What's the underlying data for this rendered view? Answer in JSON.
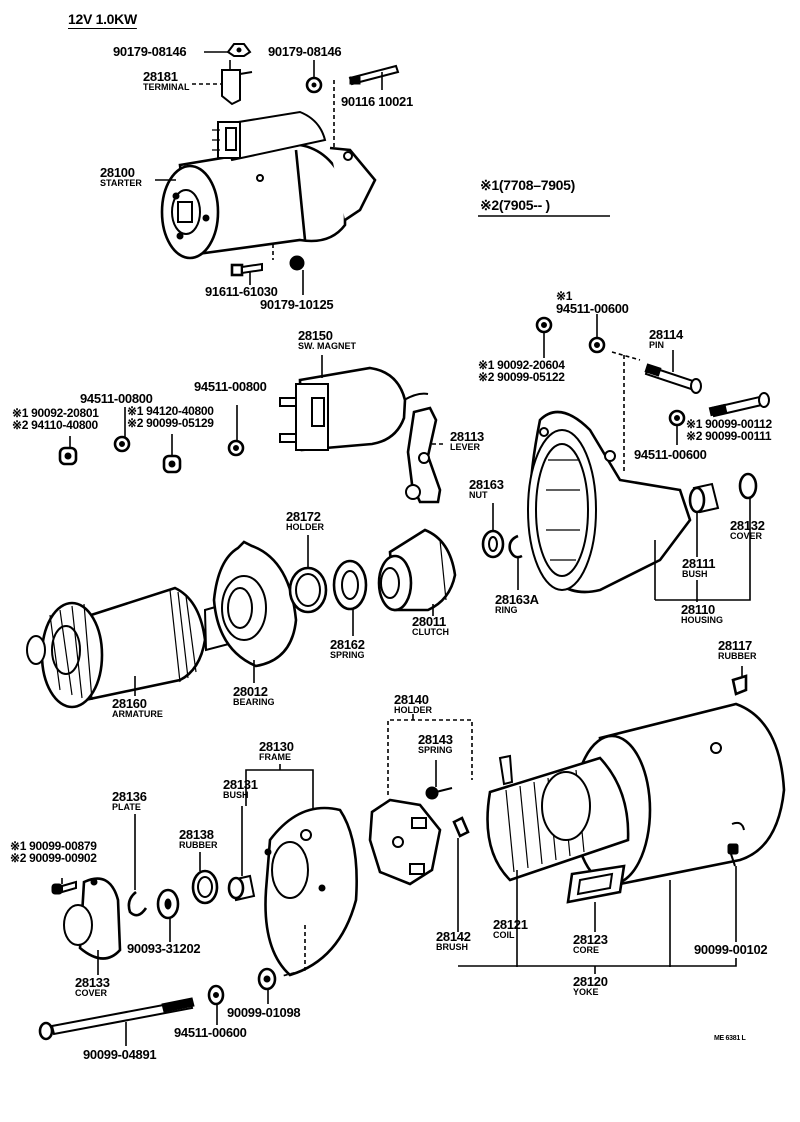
{
  "title": "12V  1.0KW",
  "legend": [
    {
      "mark": "※1",
      "range": "(7708–7905)"
    },
    {
      "mark": "※2",
      "range": "(7905--      )"
    }
  ],
  "drawing_code": "ME 6381 L",
  "parts": {
    "starter": {
      "number": "28100",
      "name": "STARTER"
    },
    "terminal": {
      "number": "28181",
      "name": "TERMINAL"
    },
    "nut_top_left": {
      "number": "90179-08146"
    },
    "nut_top_right": {
      "number": "90179-08146"
    },
    "stud_bolt_top": {
      "number": "90116 10021"
    },
    "bolt_bottom": {
      "number": "91611-61030"
    },
    "nut_bottom": {
      "number": "90179-10125"
    },
    "sw_magnet": {
      "number": "28150",
      "name": "SW. MAGNET"
    },
    "lever": {
      "number": "28113",
      "name": "LEVER"
    },
    "pin": {
      "number": "28114",
      "name": "PIN"
    },
    "washer_top_1": {
      "mark": "※1",
      "number": "94511-00600"
    },
    "nut_alt_a": {
      "line1": "※1 90092-20604",
      "line2": "※2 90099-05122"
    },
    "bolt_right": {
      "line1": "※1 90099-00112",
      "line2": "※2 90099-00111"
    },
    "washer_right": {
      "number": "94511-00600"
    },
    "washer_left_a": {
      "number": "94511-00800"
    },
    "washer_left_b": {
      "number": "94511-00800"
    },
    "nut_alt_b": {
      "line1": "※1 90092-20801",
      "line2": "※2 94110-40800"
    },
    "nut_alt_c": {
      "line1": "※1 94120-40800",
      "line2": "※2 90099-05129"
    },
    "holder_28172": {
      "number": "28172",
      "name": "HOLDER"
    },
    "nut_28163": {
      "number": "28163",
      "name": "NUT"
    },
    "ring": {
      "number": "28163A",
      "name": "RING"
    },
    "clutch": {
      "number": "28011",
      "name": "CLUTCH"
    },
    "spring_28162": {
      "number": "28162",
      "name": "SPRING"
    },
    "bearing": {
      "number": "28012",
      "name": "BEARING"
    },
    "armature": {
      "number": "28160",
      "name": "ARMATURE"
    },
    "housing": {
      "number": "28110",
      "name": "HOUSING"
    },
    "bush_28111": {
      "number": "28111",
      "name": "BUSH"
    },
    "cover_28132": {
      "number": "28132",
      "name": "COVER"
    },
    "rubber_28117": {
      "number": "28117",
      "name": "RUBBER"
    },
    "holder_28140": {
      "number": "28140",
      "name": "HOLDER"
    },
    "spring_28143": {
      "number": "28143",
      "name": "SPRING"
    },
    "frame": {
      "number": "28130",
      "name": "FRAME"
    },
    "bush_28131": {
      "number": "28131",
      "name": "BUSH"
    },
    "plate": {
      "number": "28136",
      "name": "PLATE"
    },
    "rubber_28138": {
      "number": "28138",
      "name": "RUBBER"
    },
    "screw_cover": {
      "line1": "※1 90099-00879",
      "line2": "※2 90099-00902"
    },
    "cover_28133": {
      "number": "28133",
      "name": "COVER"
    },
    "washer_90093": {
      "number": "90093-31202"
    },
    "washer_94511_bottom": {
      "number": "94511-00600"
    },
    "washer_90099_bottom": {
      "number": "90099-01098"
    },
    "through_bolt": {
      "number": "90099-04891"
    },
    "brush": {
      "number": "28142",
      "name": "BRUSH"
    },
    "coil": {
      "number": "28121",
      "name": "COIL"
    },
    "core": {
      "number": "28123",
      "name": "CORE"
    },
    "yoke": {
      "number": "28120",
      "name": "YOKE"
    },
    "screw_yoke": {
      "number": "90099-00102"
    }
  }
}
